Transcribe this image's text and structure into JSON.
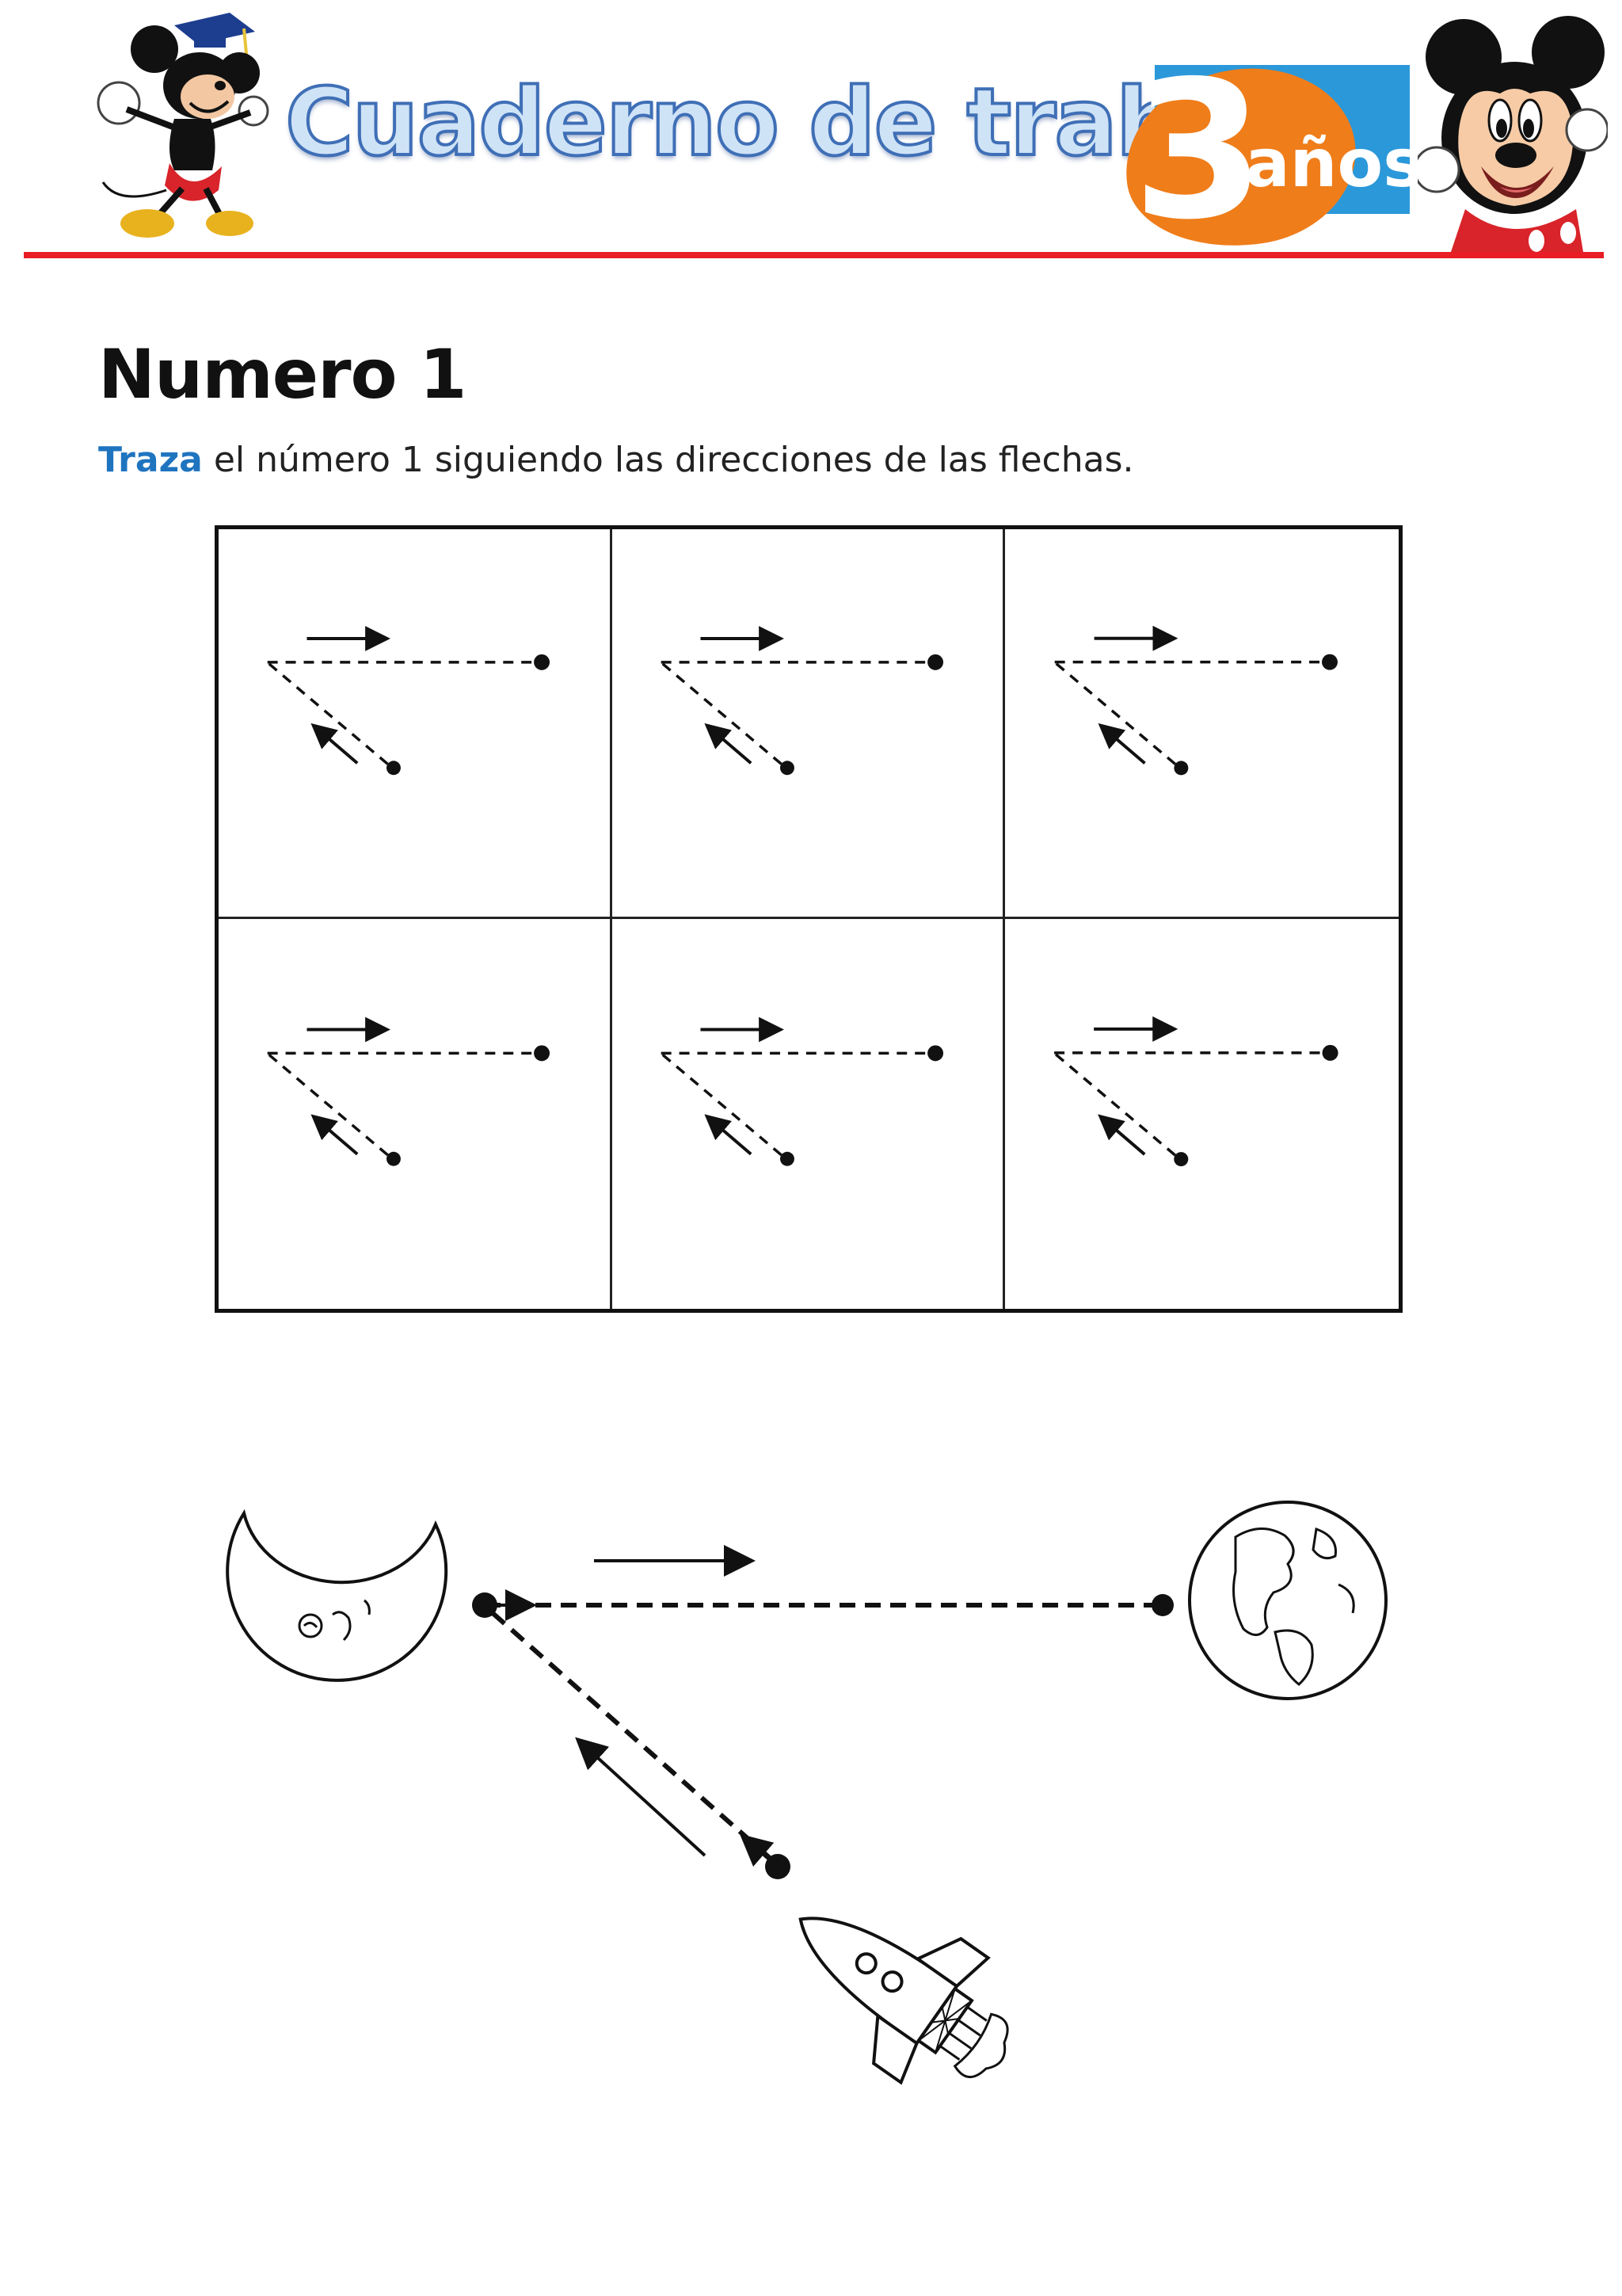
{
  "header": {
    "title": "Cuaderno de trabajo",
    "age_number": "3",
    "age_word": "años",
    "rule_color": "#e81d25",
    "left_mascot_icon": "mickey-graduate-icon",
    "right_mascot_icon": "mickey-face-icon"
  },
  "main": {
    "title": "Numero 1",
    "instruction_keyword": "Traza",
    "instruction_rest": " el número 1 siguiendo las direcciones de las flechas."
  },
  "practice_grid": {
    "rows": 2,
    "columns": 3,
    "cells": 6,
    "stroke_icons": [
      "arrow-right-icon",
      "arrow-up-left-icon",
      "start-dot-icon",
      "end-dot-icon"
    ]
  },
  "scene": {
    "left_icon": "crescent-moon-icon",
    "right_icon": "earth-globe-icon",
    "bottom_icon": "rocket-icon"
  },
  "colors": {
    "keyword": "#1f74bf",
    "badge_orange": "#ef7d1a",
    "badge_blue": "#2b98da",
    "title_blue": "#3f6fb6"
  }
}
